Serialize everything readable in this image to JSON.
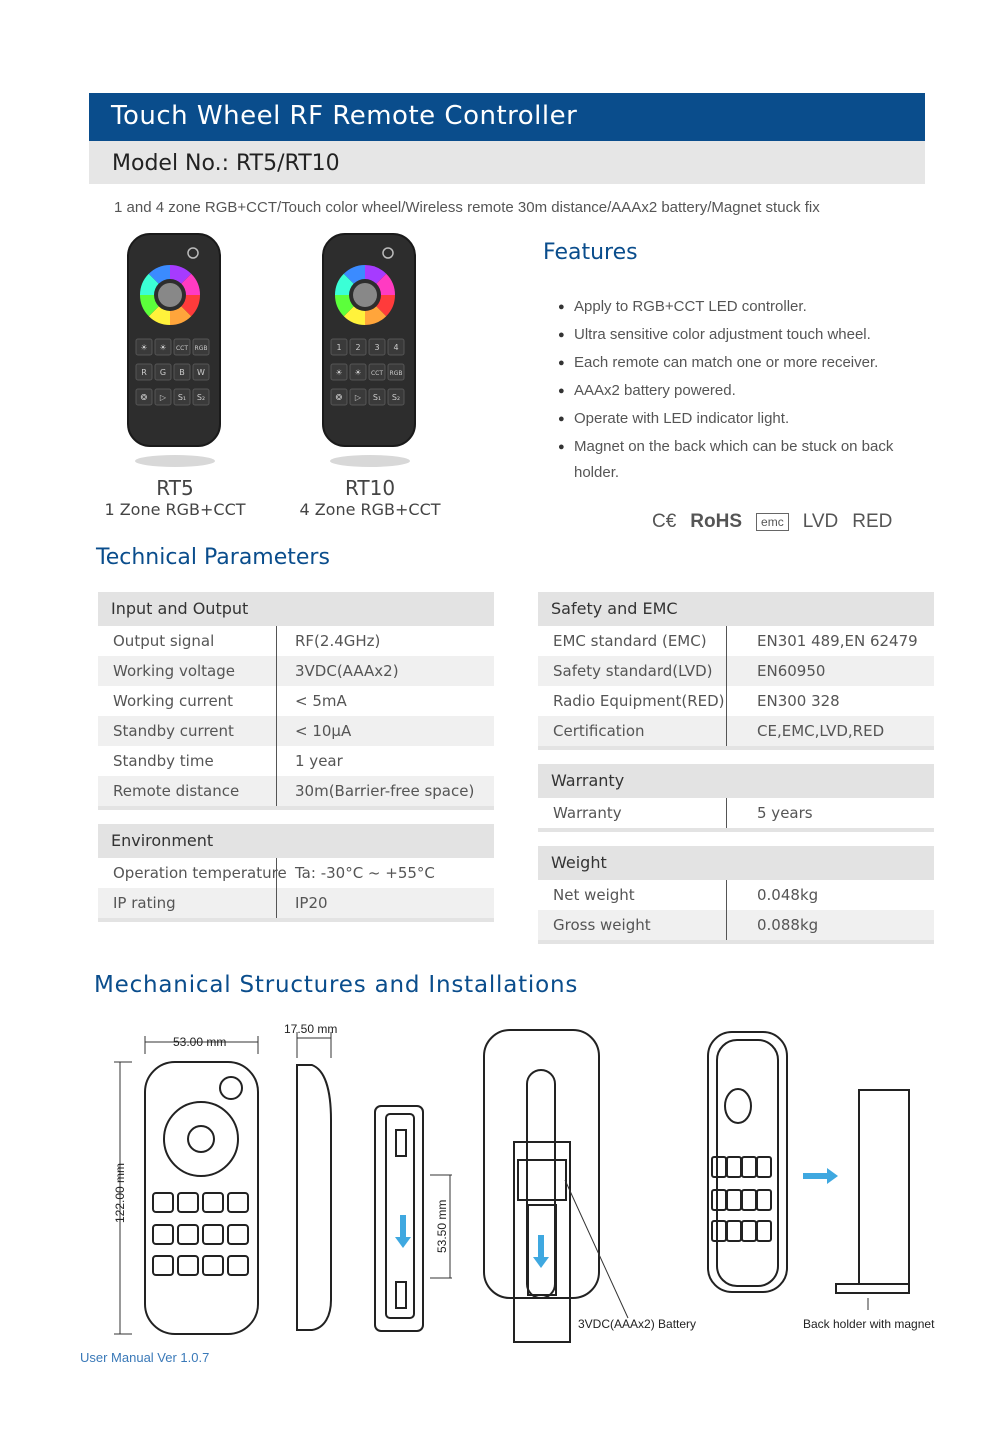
{
  "header": {
    "title": "Touch Wheel RF Remote Controller",
    "model": "Model No.: RT5/RT10",
    "subtitle": "1 and 4 zone RGB+CCT/Touch color wheel/Wireless remote 30m distance/AAAx2 battery/Magnet stuck fix"
  },
  "remotes": [
    {
      "name": "RT5",
      "desc": "1 Zone RGB+CCT",
      "keys": [
        [
          "☀",
          "☀",
          "CCT",
          "RGB"
        ],
        [
          "R",
          "G",
          "B",
          "W"
        ],
        [
          "❂",
          "▷",
          "S₁",
          "S₂"
        ]
      ]
    },
    {
      "name": "RT10",
      "desc": "4 Zone RGB+CCT",
      "keys": [
        [
          "1",
          "2",
          "3",
          "4"
        ],
        [
          "☀",
          "☀",
          "CCT",
          "RGB"
        ],
        [
          "❂",
          "▷",
          "S₁",
          "S₂"
        ]
      ]
    }
  ],
  "features": {
    "title": "Features",
    "items": [
      "Apply to RGB+CCT LED controller.",
      "Ultra sensitive color adjustment touch wheel.",
      "Each remote can match one or more receiver.",
      "AAAx2 battery powered.",
      "Operate with LED indicator light.",
      "Magnet on the back which can be stuck on back holder."
    ]
  },
  "certs": [
    "C€",
    "RoHS",
    "emc",
    "LVD",
    "RED"
  ],
  "tech": {
    "title": "Technical Parameters",
    "input_output": {
      "header": "Input and Output",
      "rows": [
        [
          "Output signal",
          "RF(2.4GHz)"
        ],
        [
          "Working voltage",
          "3VDC(AAAx2)"
        ],
        [
          "Working current",
          "< 5mA"
        ],
        [
          "Standby current",
          "< 10µA"
        ],
        [
          "Standby time",
          "1 year"
        ],
        [
          "Remote distance",
          "30m(Barrier-free space)"
        ]
      ]
    },
    "environment": {
      "header": "Environment",
      "rows": [
        [
          "Operation temperature",
          "Ta: -30°C ~ +55°C"
        ],
        [
          "IP rating",
          "IP20"
        ]
      ]
    },
    "safety": {
      "header": "Safety and EMC",
      "rows": [
        [
          "EMC standard (EMC)",
          "EN301 489,EN 62479"
        ],
        [
          "Safety standard(LVD)",
          "EN60950"
        ],
        [
          "Radio Equipment(RED)",
          "EN300 328"
        ],
        [
          "Certification",
          "CE,EMC,LVD,RED"
        ]
      ]
    },
    "warranty": {
      "header": "Warranty",
      "rows": [
        [
          "Warranty",
          "5 years"
        ]
      ]
    },
    "weight": {
      "header": "Weight",
      "rows": [
        [
          "Net weight",
          "0.048kg"
        ],
        [
          "Gross weight",
          "0.088kg"
        ]
      ]
    }
  },
  "mechanical": {
    "title": "Mechanical Structures and Installations",
    "dim_width": "53.00 mm",
    "dim_height": "122.00 mm",
    "dim_depth": "17.50 mm",
    "dim_battery": "53.50 mm",
    "battery_label": "3VDC(AAAx2) Battery",
    "holder_label": "Back holder with magnet"
  },
  "footer": {
    "version": "User Manual Ver 1.0.7"
  }
}
